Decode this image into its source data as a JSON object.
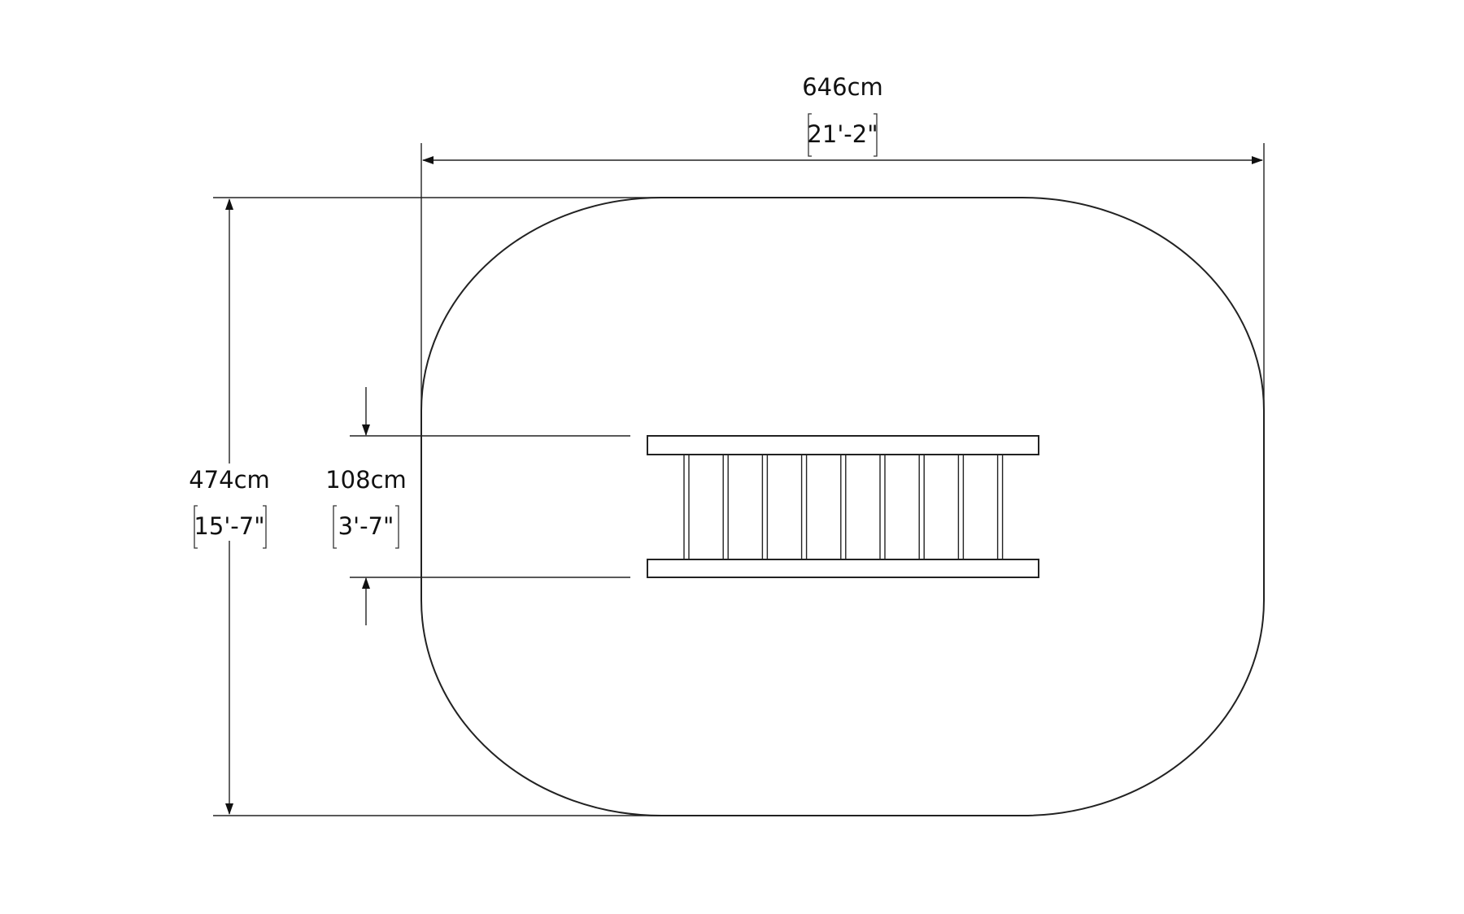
{
  "drawing": {
    "width": {
      "metric": "646cm",
      "imperial": "21'-2\""
    },
    "height": {
      "metric": "474cm",
      "imperial": "15'-7\""
    },
    "ladder_width": {
      "metric": "108cm",
      "imperial": "3'-7\""
    },
    "ladder_rungs": 9
  }
}
